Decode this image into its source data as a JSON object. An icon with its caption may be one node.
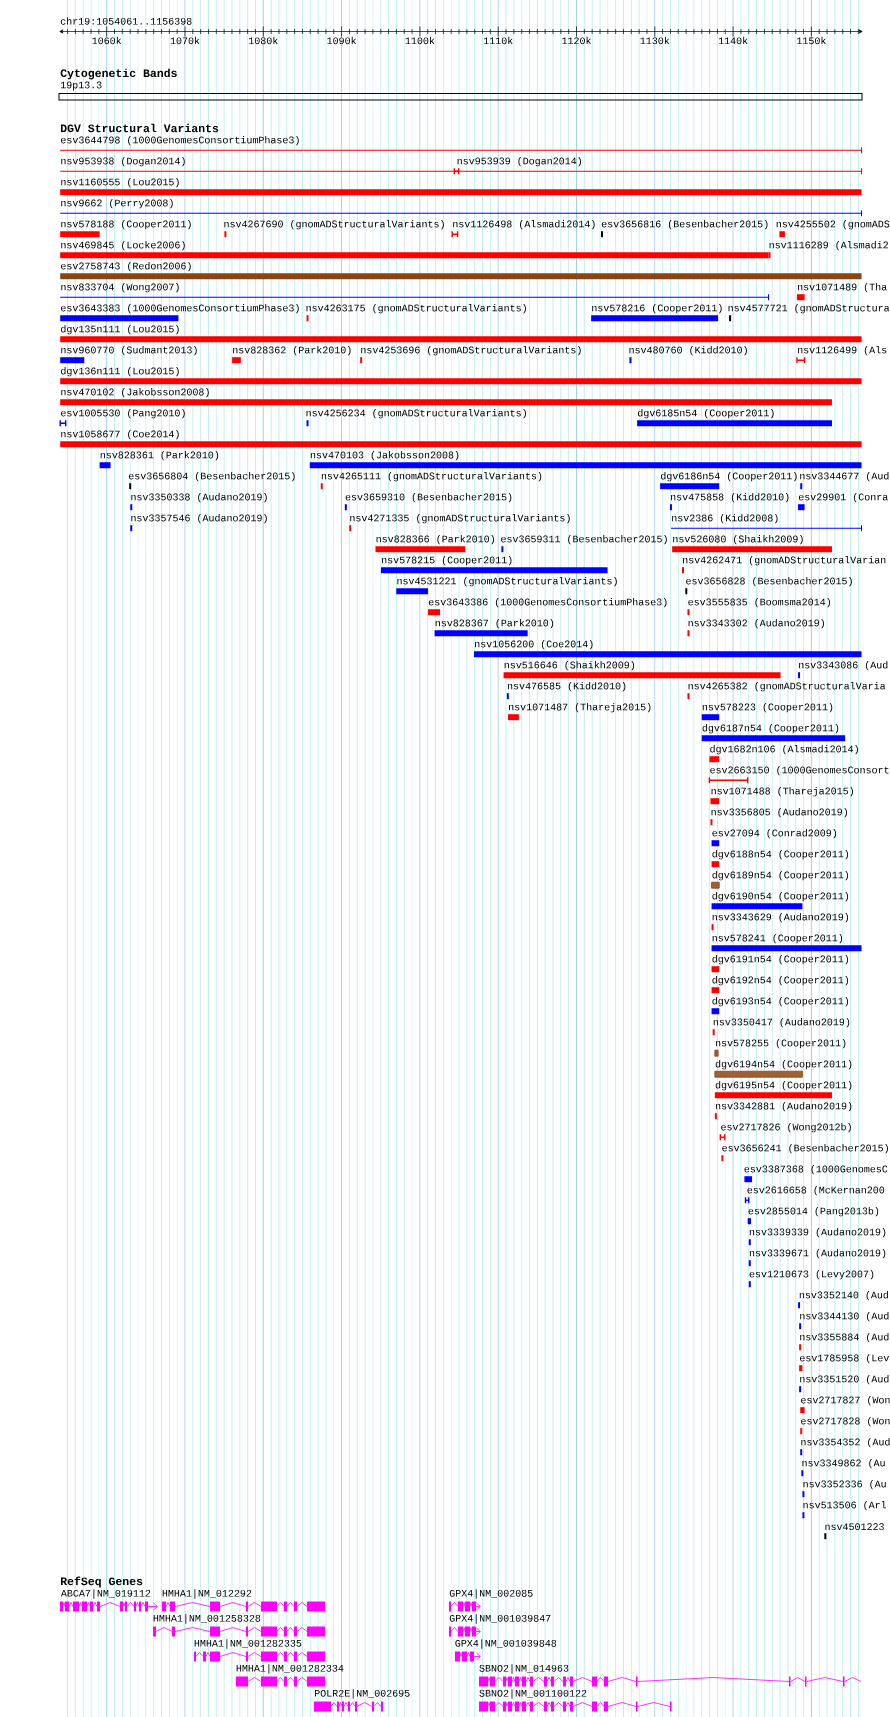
{
  "diagram": {
    "labels": [
      "chr19:1054061..1156398",
      "1060k",
      "1070k",
      "1080k",
      "1090k",
      "1100k",
      "1110k",
      "1120k",
      "1130k",
      "1140k",
      "1150k",
      "Cytogenetic Bands",
      "19p13.3",
      "DGV Structural Variants",
      "esv3644798 (1000GenomesConsortiumPhase3)",
      "nsv953938 (Dogan2014)",
      "nsv953939 (Dogan2014)",
      "nsv1160555 (Lou2015)",
      "nsv9662 (Perry2008)",
      "nsv578188 (Cooper2011)",
      "nsv4267690 (gnomADStructuralVariants)",
      "nsv1126498 (Alsmadi2014)",
      "esv3656816 (Besenbacher2015)",
      "nsv4255502 (gnomADS",
      "nsv469845 (Locke2006)",
      "nsv1116289 (Alsmadi2",
      "esv2758743 (Redon2006)",
      "nsv833704 (Wong2007)",
      "nsv1071489 (Tha",
      "esv3643383 (1000GenomesConsortiumPhase3)",
      "nsv4263175 (gnomADStructuralVariants)",
      "nsv578216 (Cooper2011)",
      "nsv4577721 (gnomADStructura",
      "dgv135n111 (Lou2015)",
      "nsv960770 (Sudmant2013)",
      "nsv828362 (Park2010)",
      "nsv4253696 (gnomADStructuralVariants)",
      "nsv480760 (Kidd2010)",
      "nsv1126499 (Als",
      "dgv136n111 (Lou2015)",
      "nsv470102 (Jakobsson2008)",
      "esv1005530 (Pang2010)",
      "nsv4256234 (gnomADStructuralVariants)",
      "dgv6185n54 (Cooper2011)",
      "nsv1058677 (Coe2014)",
      "nsv828361 (Park2010)",
      "nsv470103 (Jakobsson2008)",
      "esv3656804 (Besenbacher2015)",
      "nsv4265111 (gnomADStructuralVariants)",
      "dgv6186n54 (Cooper2011)",
      "nsv3344677 (Aud",
      "nsv3350338 (Audano2019)",
      "esv3659310 (Besenbacher2015)",
      "nsv475858 (Kidd2010)",
      "esv29901 (Conra",
      "nsv3357546 (Audano2019)",
      "nsv4271335 (gnomADStructuralVariants)",
      "nsv2386 (Kidd2008)",
      "nsv828366 (Park2010)",
      "esv3659311 (Besenbacher2015)",
      "nsv526080 (Shaikh2009)",
      "nsv578215 (Cooper2011)",
      "nsv4262471 (gnomADStructuralVarian",
      "nsv4531221 (gnomADStructuralVariants)",
      "esv3656828 (Besenbacher2015)",
      "esv3643386 (1000GenomesConsortiumPhase3)",
      "esv3555835 (Boomsma2014)",
      "nsv828367 (Park2010)",
      "nsv3343302 (Audano2019)",
      "nsv1056200 (Coe2014)",
      "nsv516646 (Shaikh2009)",
      "nsv3343086 (Aud",
      "nsv476585 (Kidd2010)",
      "nsv4265382 (gnomADStructuralVaria",
      "nsv1071487 (Thareja2015)",
      "nsv578223 (Cooper2011)",
      "dgv6187n54 (Cooper2011)",
      "dgv1682n106 (Alsmadi2014)",
      "esv2663150 (1000GenomesConsort",
      "nsv1071488 (Thareja2015)",
      "nsv3356805 (Audano2019)",
      "esv27094 (Conrad2009)",
      "dgv6188n54 (Cooper2011)",
      "dgv6189n54 (Cooper2011)",
      "dgv6190n54 (Cooper2011)",
      "nsv3343629 (Audano2019)",
      "nsv578241 (Cooper2011)",
      "dgv6191n54 (Cooper2011)",
      "dgv6192n54 (Cooper2011)",
      "dgv6193n54 (Cooper2011)",
      "nsv3350417 (Audano2019)",
      "nsv578255 (Cooper2011)",
      "dgv6194n54 (Cooper2011)",
      "dgv6195n54 (Cooper2011)",
      "nsv3342881 (Audano2019)",
      "esv2717826 (Wong2012b)",
      "esv3656241 (Besenbacher2015)",
      "esv3387368 (1000GenomesC",
      "esv2616658 (McKernan200",
      "esv2855014 (Pang2013b)",
      "nsv3339339 (Audano2019)",
      "nsv3339671 (Audano2019)",
      "esv1210673 (Levy2007)",
      "nsv3352140 (Aud",
      "nsv3344130 (Aud",
      "nsv3355884 (Aud",
      "esv1785958 (Lev",
      "nsv3351520 (Aud",
      "esv2717827 (Won",
      "esv2717828 (Won",
      "nsv3354352 (Aud",
      "nsv3349862 (Au",
      "nsv3352336 (Au",
      "nsv513506 (Arl",
      "nsv4501223",
      "RefSeq Genes",
      "ABCA7|NM_019112",
      "HMHA1|NM_012292",
      "GPX4|NM_002085",
      "HMHA1|NM_001258328",
      "GPX4|NM_001039847",
      "HMHA1|NM_001282335",
      "GPX4|NM_001039848",
      "HMHA1|NM_001282334",
      "SBNO2|NM_014963",
      "POLR2E|NM_002695",
      "SBNO2|NM_001100122"
    ]
  }
}
